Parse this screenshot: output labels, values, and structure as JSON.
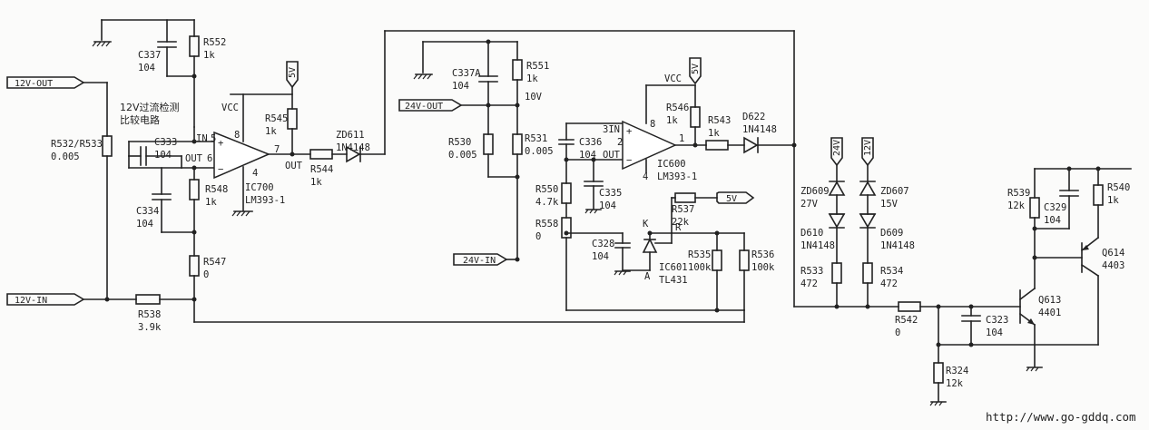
{
  "nets": {
    "v12_out": "12V-OUT",
    "v24_out": "24V-OUT",
    "v12_in": "12V-IN",
    "v24_in": "24V-IN",
    "vcc": "VCC",
    "v5": "5V",
    "v10": "10V",
    "v24": "24V",
    "v12": "12V",
    "out": "OUT"
  },
  "block_title": [
    "12V过流检测",
    "比较电路"
  ],
  "components": {
    "c337": [
      "C337",
      "104"
    ],
    "r552": [
      "R552",
      "1k"
    ],
    "r532": [
      "R532/R533",
      "0.005"
    ],
    "c333": [
      "C333",
      "104"
    ],
    "r545": [
      "R545",
      "1k"
    ],
    "zd611": [
      "ZD611",
      "1N4148"
    ],
    "r544": [
      "R544",
      "1k"
    ],
    "r548": [
      "R548",
      "1k"
    ],
    "c334": [
      "C334",
      "104"
    ],
    "ic700": [
      "IC700",
      "LM393-1"
    ],
    "r547": [
      "R547",
      "0"
    ],
    "r538": [
      "R538",
      "3.9k"
    ],
    "c337a": [
      "C337A",
      "104"
    ],
    "r551": [
      "R551",
      "1k"
    ],
    "r530": [
      "R530",
      "0.005"
    ],
    "r531": [
      "R531",
      "0.005"
    ],
    "c336": [
      "C336",
      "104"
    ],
    "c335": [
      "C335",
      "104"
    ],
    "r550": [
      "R550",
      "4.7k"
    ],
    "r558": [
      "R558",
      "0"
    ],
    "c328": [
      "C328",
      "104"
    ],
    "r537": [
      "R537",
      "22k"
    ],
    "ic601": [
      "IC601",
      "TL431"
    ],
    "r535": [
      "R535",
      "100k"
    ],
    "r536": [
      "R536",
      "100k"
    ],
    "ic600": [
      "IC600",
      "LM393-1"
    ],
    "r546": [
      "R546",
      "1k"
    ],
    "r543": [
      "R543",
      "1k"
    ],
    "d622": [
      "D622",
      "1N4148"
    ],
    "zd609": [
      "ZD609",
      "27V"
    ],
    "zd607": [
      "ZD607",
      "15V"
    ],
    "d610": [
      "D610",
      "1N4148"
    ],
    "d609": [
      "D609",
      "1N4148"
    ],
    "r533": [
      "R533",
      "472"
    ],
    "r534": [
      "R534",
      "472"
    ],
    "r542": [
      "R542",
      "0"
    ],
    "c323": [
      "C323",
      "104"
    ],
    "r324": [
      "R324",
      "12k"
    ],
    "r539": [
      "R539",
      "12k"
    ],
    "c329": [
      "C329",
      "104"
    ],
    "r540": [
      "R540",
      "1k"
    ],
    "q613": [
      "Q613",
      "4401"
    ],
    "q614": [
      "Q614",
      "4403"
    ]
  },
  "pins": {
    "ic700_in": "IN",
    "ic700_5": "5",
    "ic700_6": "6",
    "ic700_out": "OUT",
    "ic700_8": "8",
    "ic700_4": "4",
    "ic700_7": "7",
    "ic600_3in": "3IN",
    "ic600_2": "2",
    "ic600_out": "OUT",
    "ic600_8": "8",
    "ic600_4": "4",
    "ic600_1": "1",
    "tl431_k": "K",
    "tl431_r": "R",
    "tl431_a": "A"
  },
  "watermark": "http://www.go-gddq.com"
}
